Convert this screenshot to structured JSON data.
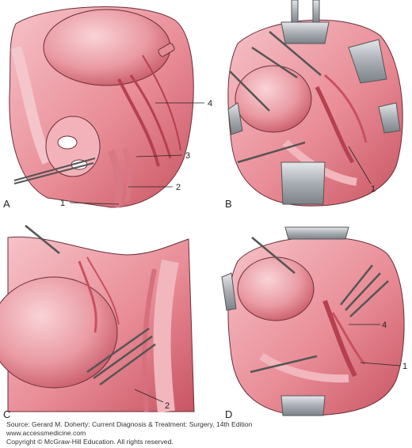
{
  "panels": {
    "A": {
      "letter": "A",
      "labels": [
        "1",
        "2",
        "3",
        "4"
      ]
    },
    "B": {
      "letter": "B",
      "labels": [
        "1"
      ]
    },
    "C": {
      "letter": "C",
      "labels": [
        "2"
      ]
    },
    "D": {
      "letter": "D",
      "labels": [
        "4",
        "1"
      ]
    }
  },
  "source": {
    "line1": "Source: Gerard M. Doherty: Current Diagnosis & Treatment: Surgery, 14th Edition",
    "line2": "www.accessmedicine.com",
    "line3": "Copyright © McGraw-Hill Education. All rights reserved."
  },
  "colors": {
    "tissue": "#e88a94",
    "tissue_dark": "#c9505f",
    "tissue_light": "#f7c7cc",
    "instrument": "#9aa0a6",
    "outline": "#6a2f38"
  }
}
